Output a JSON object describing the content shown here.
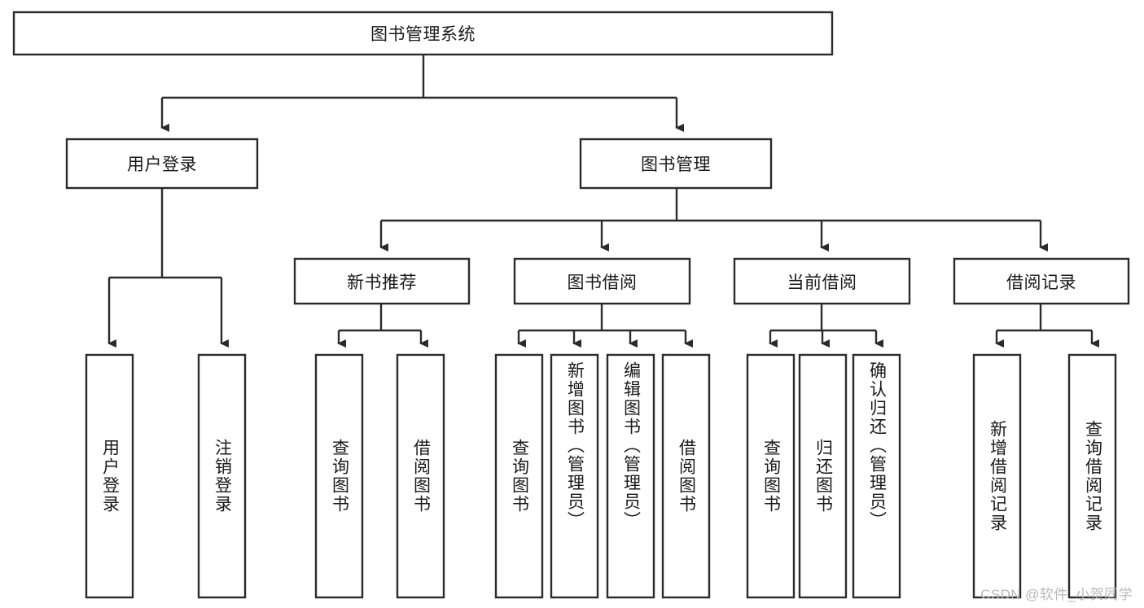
{
  "diagram": {
    "title": "图书管理系统",
    "type": "tree-hierarchy",
    "colors": {
      "stroke": "#2b2b2b",
      "box_fill": "#ffffff",
      "text": "#1a1a1a",
      "background": "#ffffff",
      "watermark": "#b9b9b9"
    },
    "root": {
      "label": "图书管理系统"
    },
    "level2": [
      {
        "label": "用户登录"
      },
      {
        "label": "图书管理"
      }
    ],
    "level3": [
      {
        "label": "新书推荐"
      },
      {
        "label": "图书借阅"
      },
      {
        "label": "当前借阅"
      },
      {
        "label": "借阅记录"
      }
    ],
    "leaves_user_login": [
      {
        "label": "用户登录"
      },
      {
        "label": "注销登录"
      }
    ],
    "leaves_new_book": [
      {
        "label": "查询图书"
      },
      {
        "label": "借阅图书"
      }
    ],
    "leaves_borrow": [
      {
        "label": "查询图书"
      },
      {
        "label": "新增图书（管理员）"
      },
      {
        "label": "编辑图书（管理员）"
      },
      {
        "label": "借阅图书"
      }
    ],
    "leaves_current": [
      {
        "label": "查询图书"
      },
      {
        "label": "归还图书"
      },
      {
        "label": "确认归还（管理员）"
      }
    ],
    "leaves_record": [
      {
        "label": "新增借阅记录"
      },
      {
        "label": "查询借阅记录"
      }
    ],
    "watermark": "CSDN @软件_小贺同学"
  }
}
